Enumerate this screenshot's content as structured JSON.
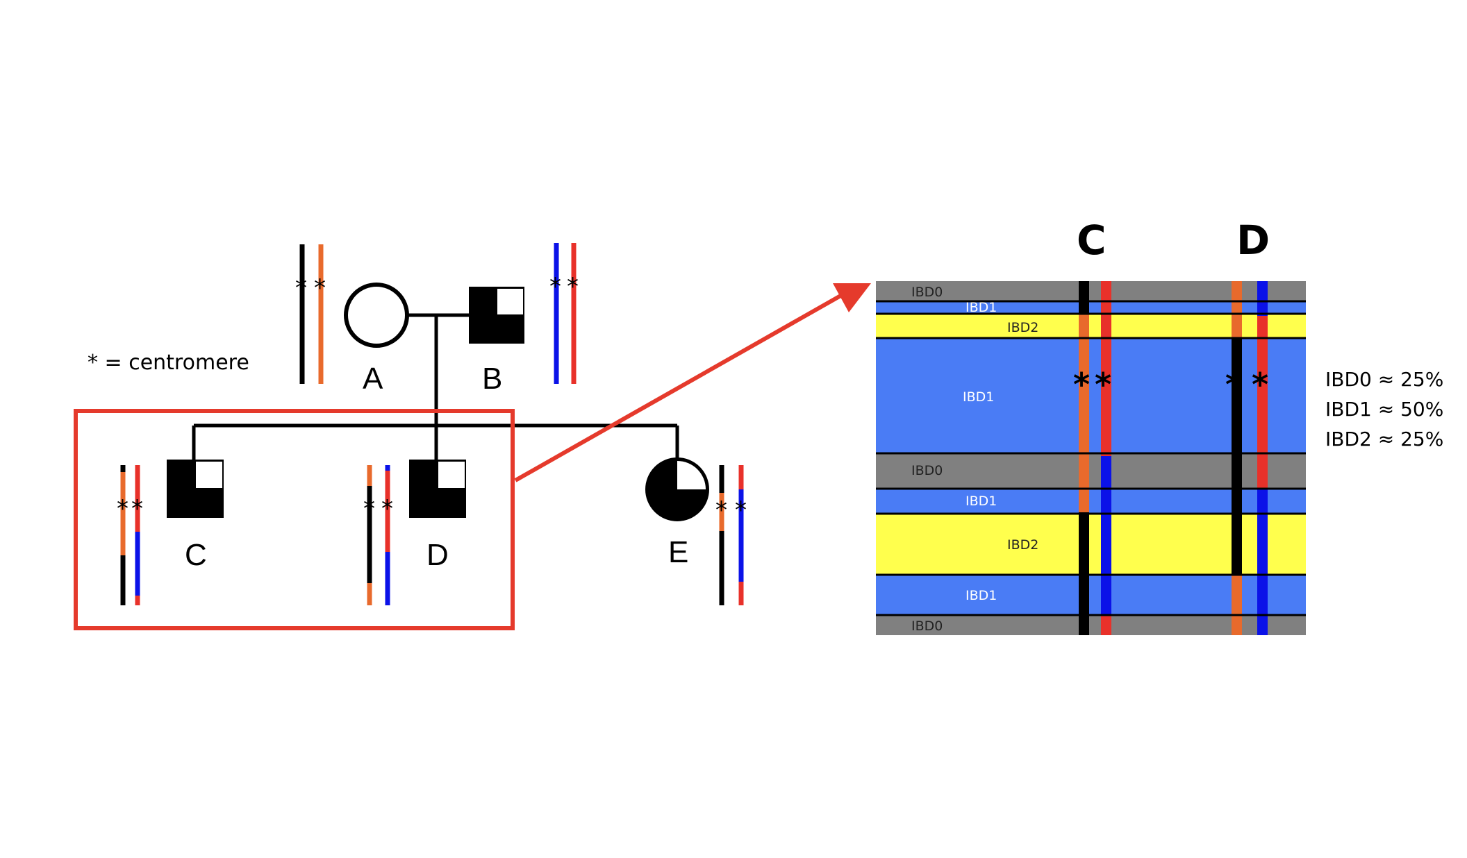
{
  "legend": {
    "centromere_note": "* = centromere"
  },
  "pedigree": {
    "individuals": [
      {
        "id": "A",
        "label": "A",
        "sex": "female",
        "affected": "none"
      },
      {
        "id": "B",
        "label": "B",
        "sex": "male",
        "affected": "three-quarters"
      },
      {
        "id": "C",
        "label": "C",
        "sex": "male",
        "affected": "three-quarters"
      },
      {
        "id": "D",
        "label": "D",
        "sex": "male",
        "affected": "three-quarters"
      },
      {
        "id": "E",
        "label": "E",
        "sex": "female",
        "affected": "three-quarters"
      }
    ],
    "centromere_mark": "*"
  },
  "ibd_panel": {
    "columns": [
      "C",
      "D"
    ],
    "band_labels": [
      "IBD0",
      "IBD1",
      "IBD2",
      "IBD1",
      "IBD0",
      "IBD1",
      "IBD2",
      "IBD1",
      "IBD0"
    ],
    "stats": [
      "IBD0 ≈ 25%",
      "IBD1 ≈ 50%",
      "IBD2 ≈ 25%"
    ]
  },
  "colors": {
    "ibd0": "#808080",
    "ibd1": "#4a7cf5",
    "ibd2": "#ffff4d",
    "chrom_black": "#000000",
    "chrom_orange": "#e86a2c",
    "chrom_red": "#e8312a",
    "chrom_blue": "#0b12e8",
    "highlight_red": "#e53a2c"
  }
}
